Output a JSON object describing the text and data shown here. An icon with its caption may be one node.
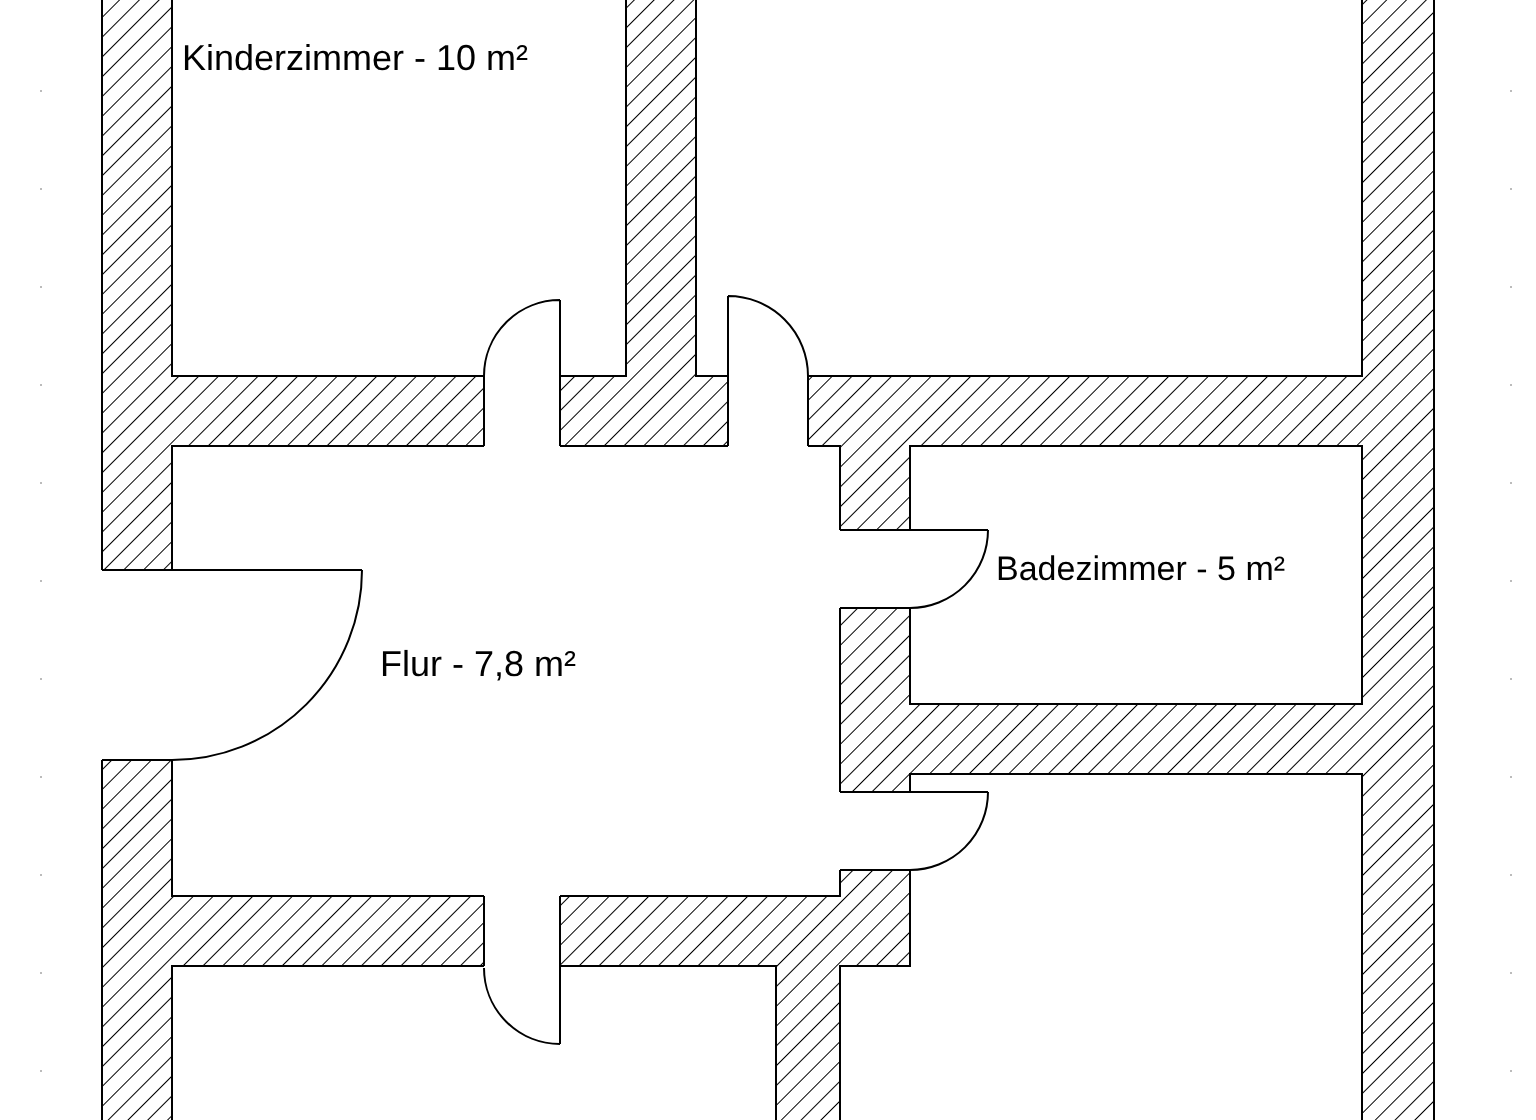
{
  "diagram": {
    "labels": [
      "Kinderzimmer - 10 m²",
      "Badezimmer - 5 m²",
      "Flur - 7,8 m²"
    ]
  }
}
